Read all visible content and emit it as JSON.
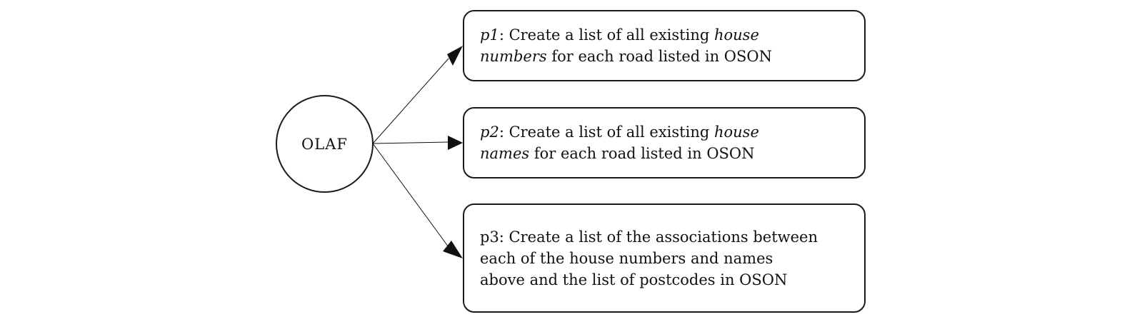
{
  "hub": {
    "label": "OLAF"
  },
  "tasks": [
    {
      "id": "p1",
      "label": "p1",
      "text_a": ": Create a list of all existing ",
      "em_a": "house",
      "em_b": "numbers",
      "text_b": " for each road listed in OSON"
    },
    {
      "id": "p2",
      "label": "p2",
      "text_a": ": Create a list of all existing ",
      "em_a": "house",
      "em_b": "names",
      "text_b": " for each road listed in OSON"
    },
    {
      "id": "p3",
      "line1": "p3: Create a list of the associations between",
      "line2": "each of the house numbers and names",
      "line3": "above and the list of postcodes in OSON"
    }
  ],
  "colors": {
    "stroke": "#1a1a1a",
    "background": "#ffffff"
  }
}
